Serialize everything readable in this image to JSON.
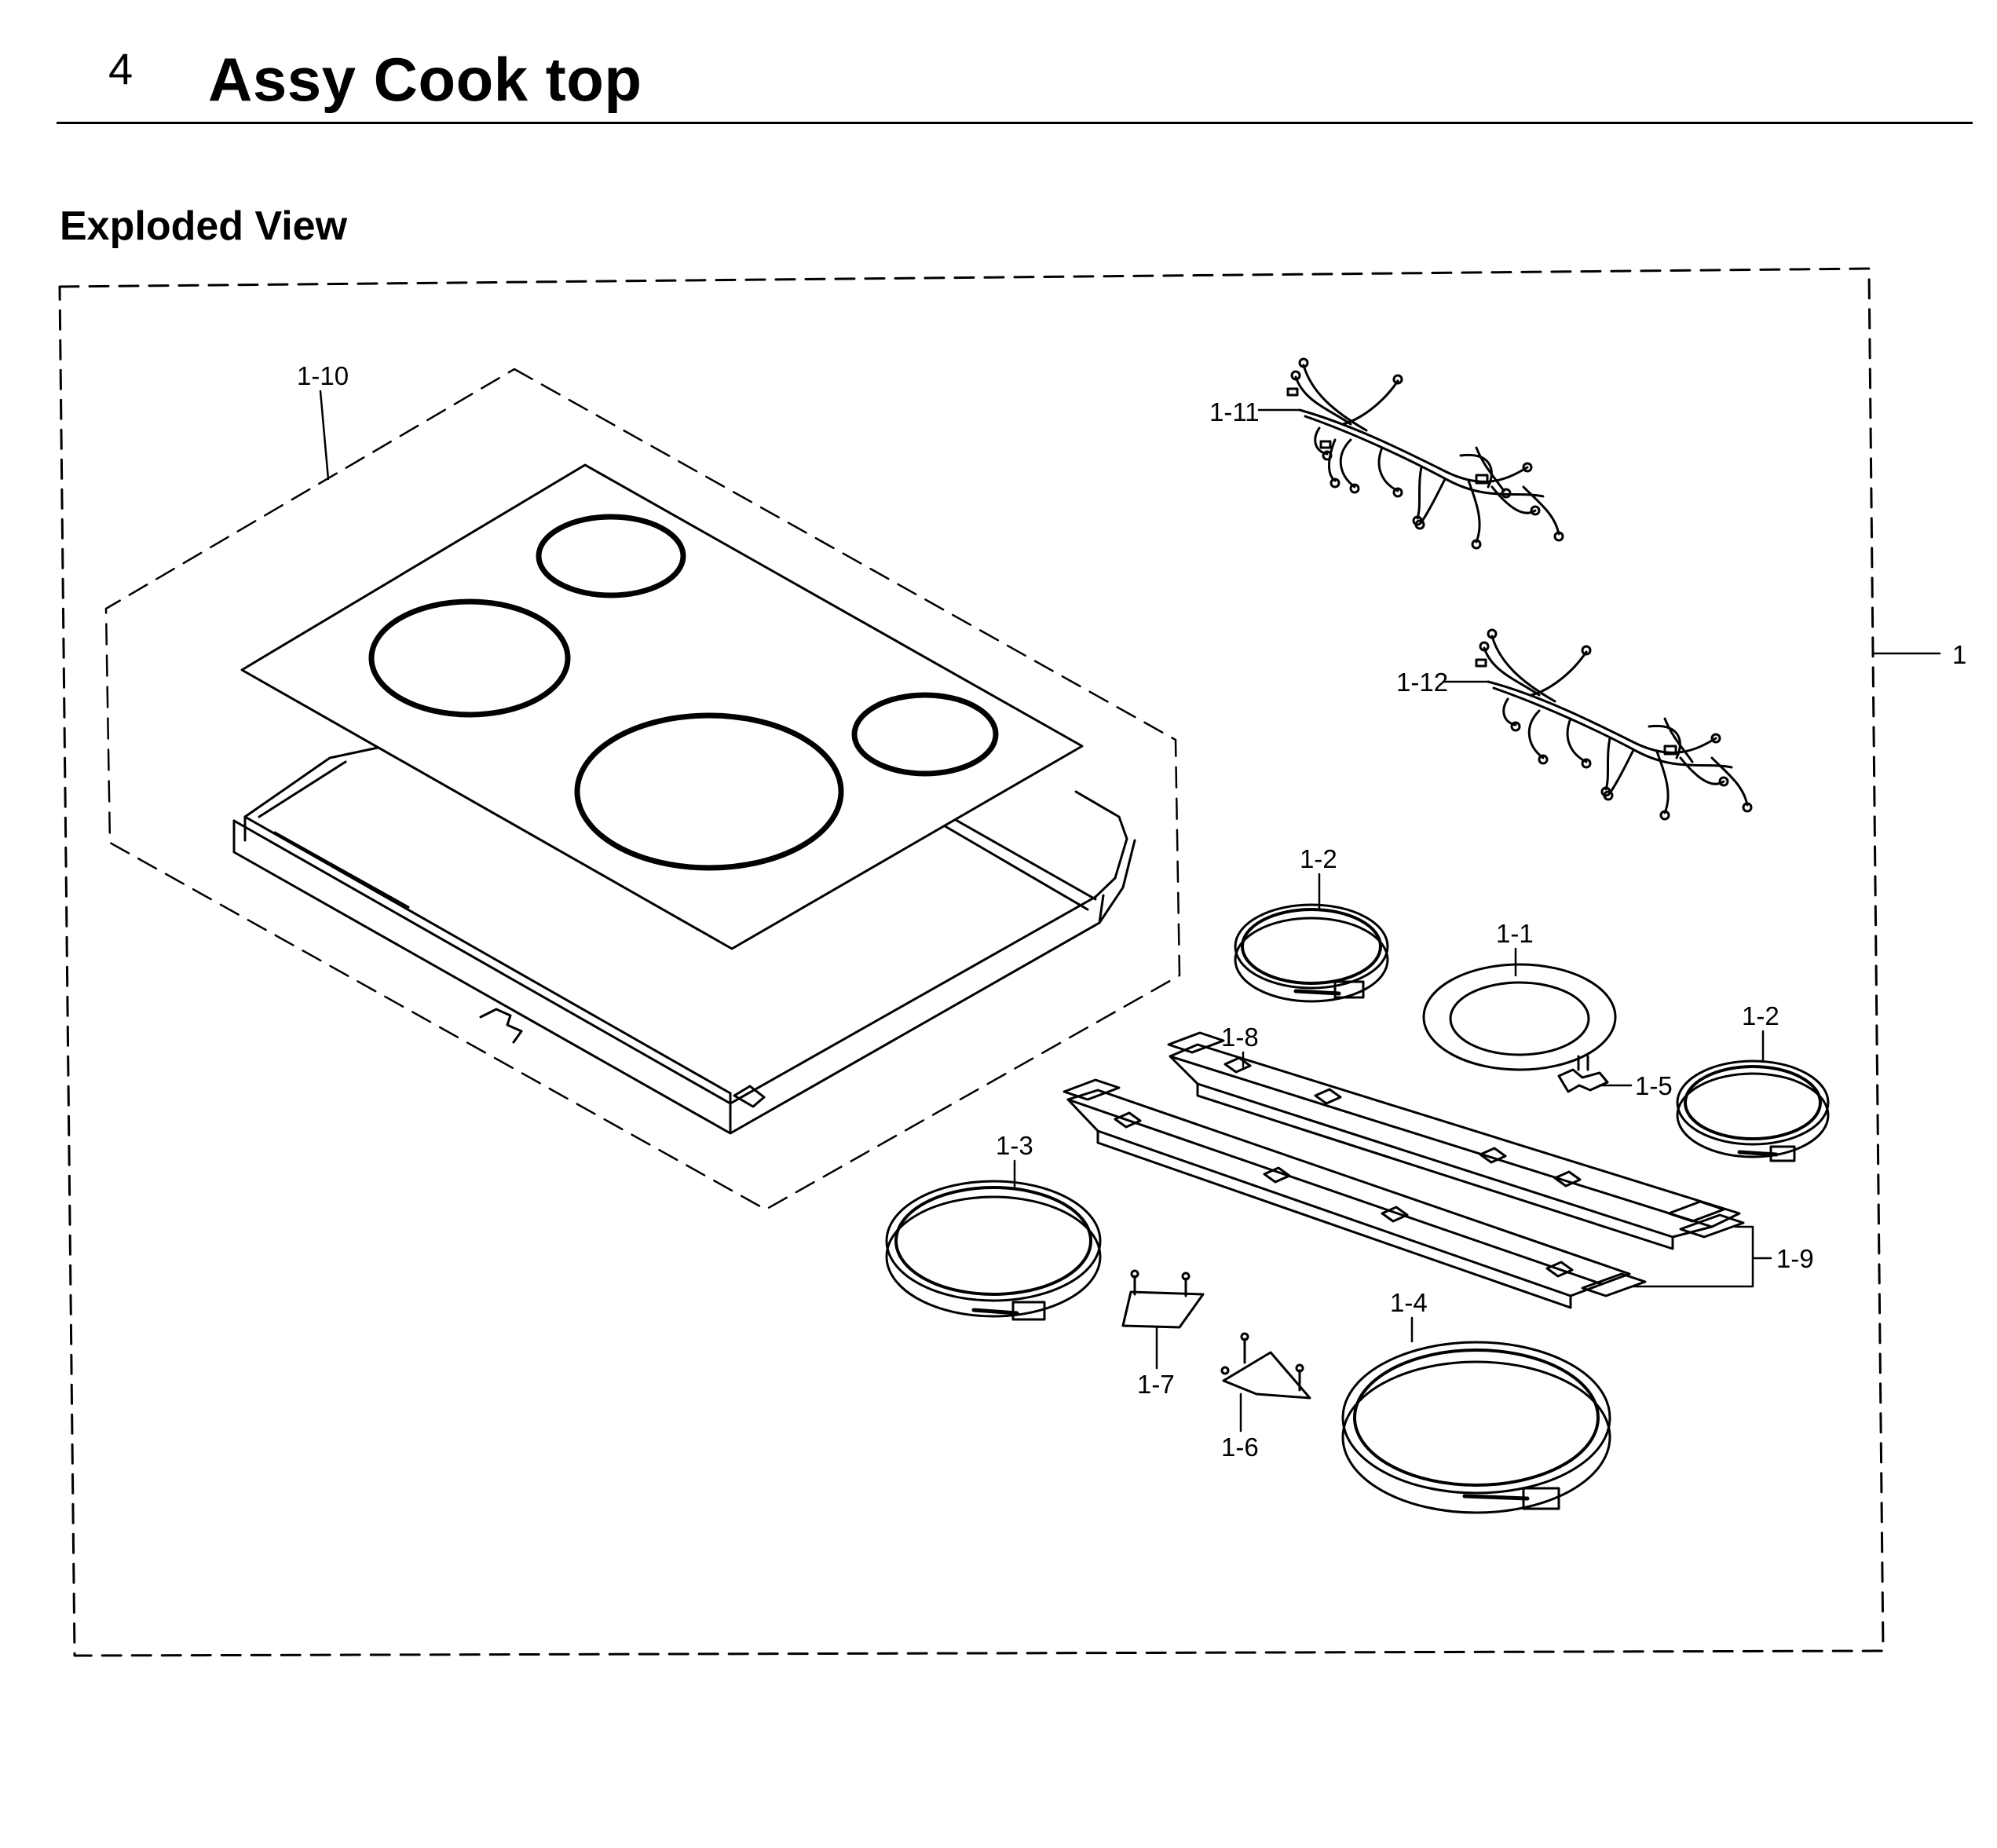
{
  "header": {
    "section_number": "4",
    "section_title": "Assy Cook top",
    "view_title": "Exploded View"
  },
  "callouts": {
    "assembly": "1",
    "part_1_1": "1-1",
    "part_1_2a": "1-2",
    "part_1_2b": "1-2",
    "part_1_3": "1-3",
    "part_1_4": "1-4",
    "part_1_5": "1-5",
    "part_1_6": "1-6",
    "part_1_7": "1-7",
    "part_1_8": "1-8",
    "part_1_9": "1-9",
    "part_1_10": "1-10",
    "part_1_11": "1-11",
    "part_1_12": "1-12"
  },
  "colors": {
    "line": "#000000",
    "background": "#ffffff"
  }
}
